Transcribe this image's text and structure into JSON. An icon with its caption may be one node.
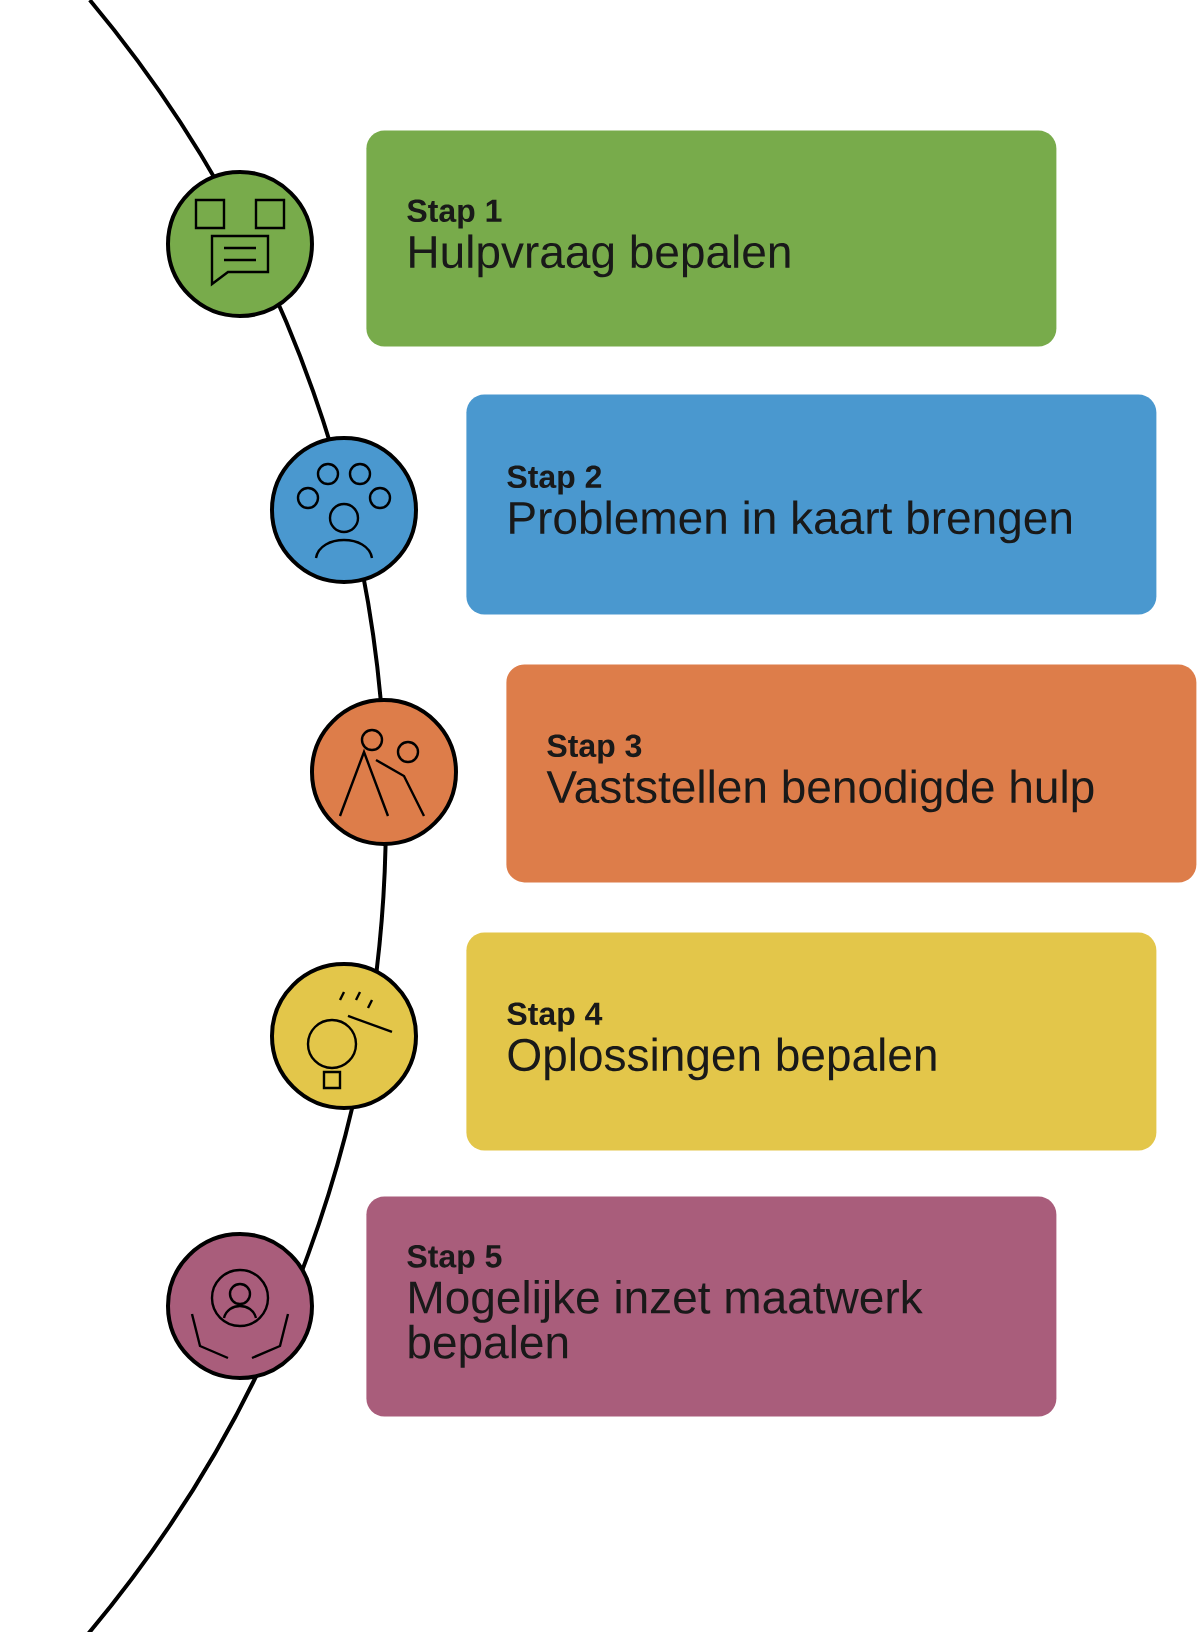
{
  "diagram": {
    "nodes": [
      {
        "text": [
          "Stap 1",
          "Hulpvraag bepalen"
        ]
      },
      {
        "text": [
          "Stap 2",
          "Problemen in kaart brengen"
        ]
      },
      {
        "text": [
          "Stap 3",
          "Vaststellen benodigde hulp"
        ]
      },
      {
        "text": [
          "Stap 4",
          "Oplossingen bepalen"
        ]
      },
      {
        "text": [
          "Stap 5",
          "Mogelijke inzet maatwerk bepalen"
        ]
      }
    ]
  }
}
